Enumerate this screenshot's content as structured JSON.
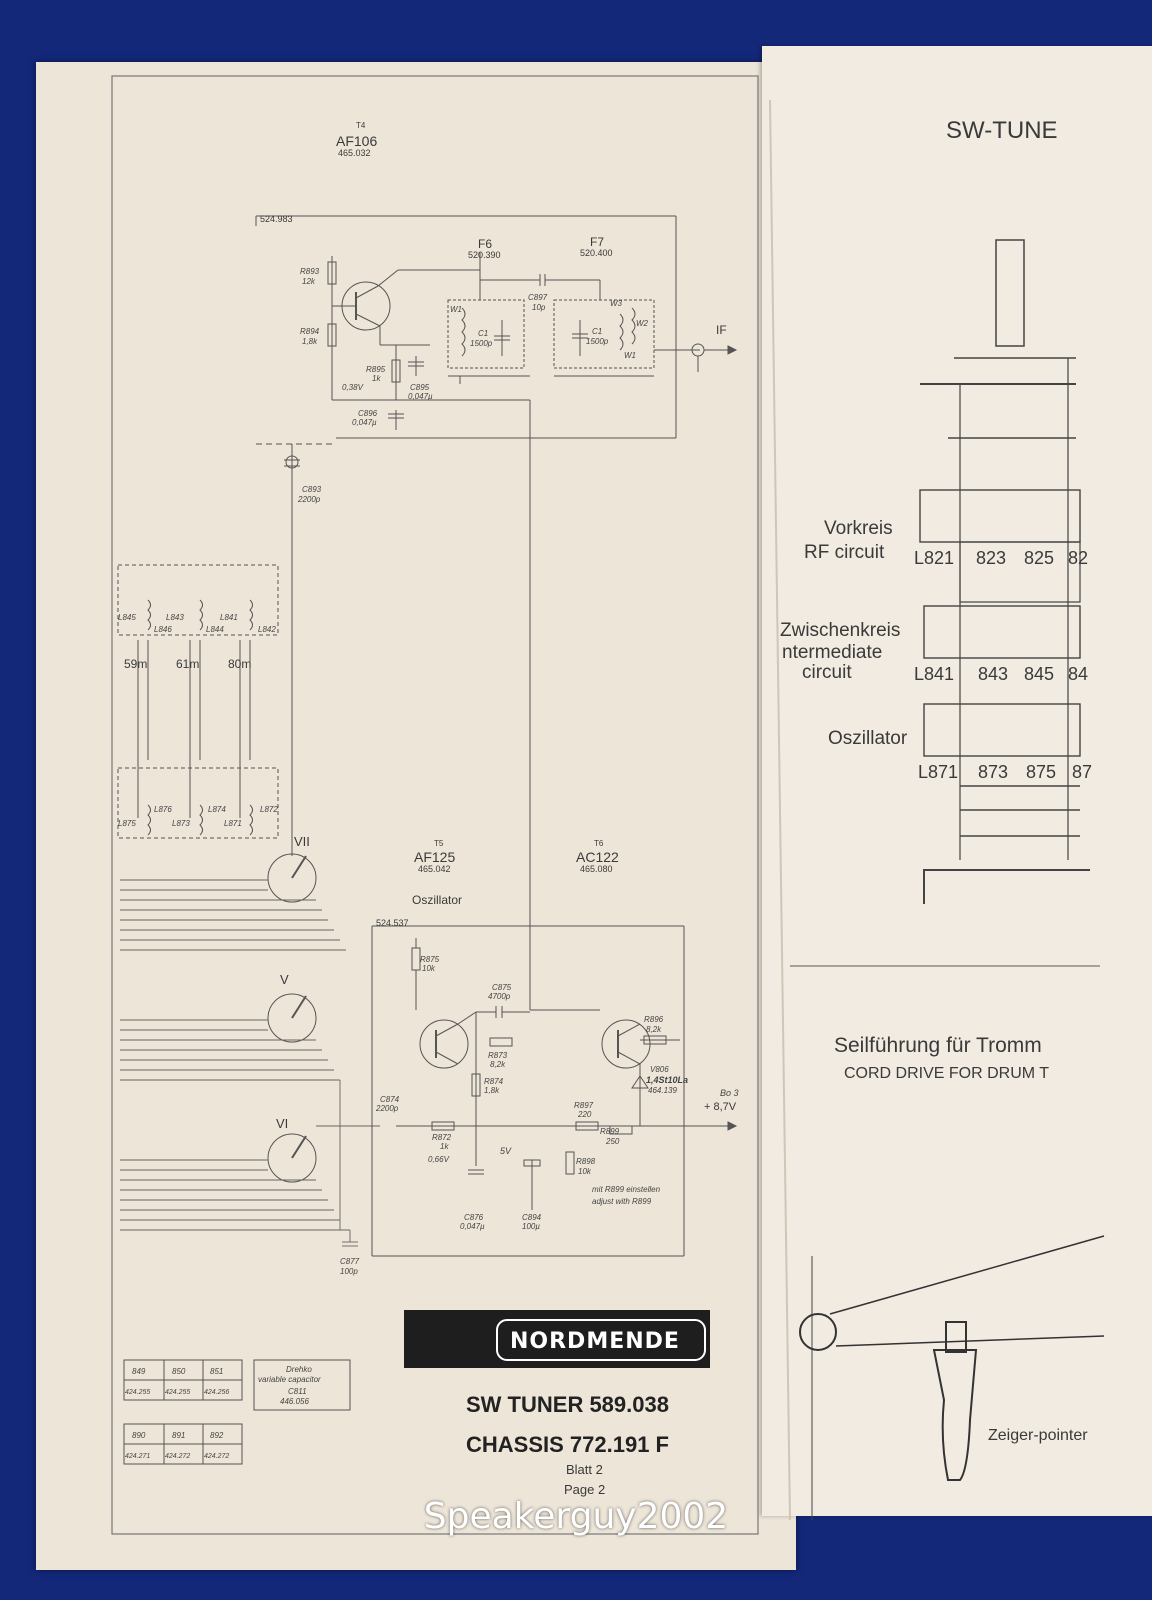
{
  "transistors": {
    "t4": {
      "ref": "T4",
      "type": "AF106",
      "part": "465.032"
    },
    "t5": {
      "ref": "T5",
      "type": "AF125",
      "part": "465.042"
    },
    "t6": {
      "ref": "T6",
      "type": "AC122",
      "part": "465.080"
    }
  },
  "module_top": "524.983",
  "module_osc": "524.537",
  "filters": {
    "f6": {
      "ref": "F6",
      "part": "520.390"
    },
    "f7": {
      "ref": "F7",
      "part": "520.400"
    }
  },
  "components": {
    "r893": "R893",
    "r893v": "12k",
    "r894": "R894",
    "r894v": "1,8k",
    "r895": "R895",
    "r895v": "1k",
    "v038": "0,38V",
    "c895": "C895",
    "c895v": "0,047µ",
    "c896": "C896",
    "c896v": "0,047µ",
    "c897": "C897",
    "c897v": "10p",
    "c1a": "C1",
    "c1av": "1500p",
    "c1b": "C1",
    "c1bv": "1500p",
    "w1": "W1",
    "w2": "W2",
    "w3": "W3",
    "w1b": "W1",
    "if": "IF",
    "c893": "C893",
    "c893v": "2200p",
    "r875": "R875",
    "r875v": "10k",
    "c875": "C875",
    "c875v": "4700p",
    "r873": "R873",
    "r873v": "8,2k",
    "r874": "R874",
    "r874v": "1,8k",
    "c874": "C874",
    "c874v": "2200p",
    "r872": "R872",
    "r872v": "1k",
    "v066": "0,66V",
    "v5": "5V",
    "c876": "C876",
    "c876v": "0,047µ",
    "c894": "C894",
    "c894v": "100µ",
    "r896": "R896",
    "r896v": "8,2k",
    "v806": "V806",
    "v806v": "1,4St10La",
    "v806p": "464.139",
    "r897": "R897",
    "r897v": "220",
    "r899": "R899",
    "r899v": "250",
    "r898": "R898",
    "r898v": "10k",
    "bo3": "Bo 3",
    "bo3v": "+ 8,7V",
    "note1": "mit R899 einstellen",
    "note2": "adjust with R899",
    "c877": "C877",
    "c877v": "100p",
    "oszillator": "Oszillator"
  },
  "coils_top": [
    "L845",
    "L846",
    "L843",
    "L844",
    "L841",
    "L842"
  ],
  "coils_bottom": [
    "L875",
    "L876",
    "L873",
    "L874",
    "L871",
    "L872"
  ],
  "bands": [
    "59m",
    "61m",
    "80m"
  ],
  "switches": [
    "VII",
    "V",
    "VI"
  ],
  "tables": {
    "t1_head": [
      "849",
      "850",
      "851"
    ],
    "t1_vals": [
      "424.255",
      "424.255",
      "424.256"
    ],
    "t2_head": [
      "890",
      "891",
      "892"
    ],
    "t2_vals": [
      "424.271",
      "424.272",
      "424.272"
    ],
    "drehko1": "Drehko",
    "drehko2": "variable capacitor",
    "c811": "C811",
    "c811v": "446.056"
  },
  "brand": "NORDMENDE",
  "title1": "SW TUNER 589.038",
  "title2": "CHASSIS 772.191 F",
  "blatt": "Blatt 2",
  "page": "Page 2",
  "right": {
    "heading": "SW-TUNE",
    "vorkreis": "Vorkreis",
    "rf": "RF circuit",
    "zwischen": "Zwischenkreis",
    "intermediate": "ntermediate",
    "circuit": "circuit",
    "osz": "Oszillator",
    "row1": [
      "L821",
      "823",
      "825",
      "82"
    ],
    "row2": [
      "L841",
      "843",
      "845",
      "84"
    ],
    "row3": [
      "L871",
      "873",
      "875",
      "87"
    ],
    "seil": "Seilführung für Tromm",
    "cord": "CORD DRIVE FOR DRUM T",
    "zeiger": "Zeiger-pointer"
  },
  "watermark": "Speakerguy2002"
}
